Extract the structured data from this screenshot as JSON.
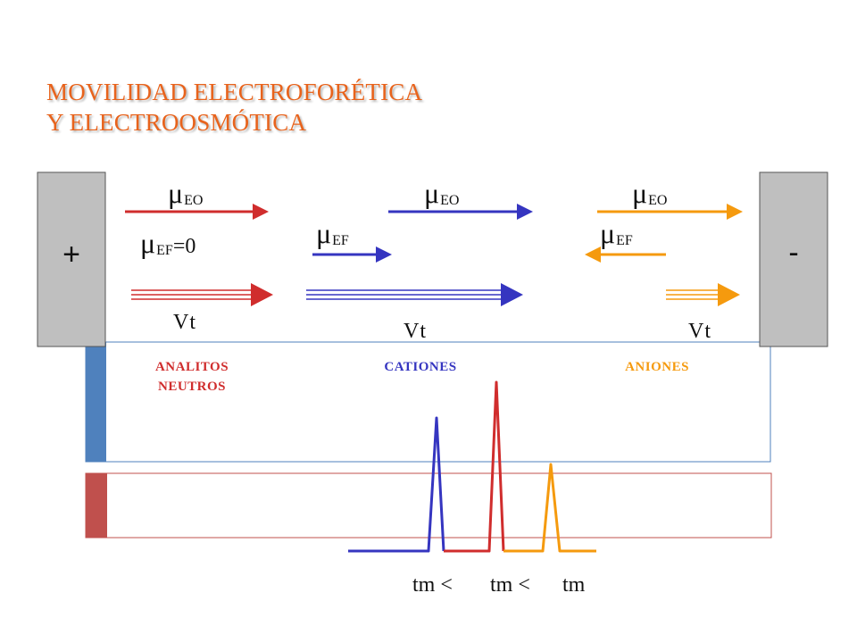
{
  "title": {
    "line1": "MOVILIDAD ELECTROFORÉTICA",
    "line2": "Y ELECTROOSMÓTICA"
  },
  "electrodes": {
    "anode_sign": "+",
    "cathode_sign": "-"
  },
  "mu_symbol": "μ",
  "groups": {
    "neutral": {
      "eo_sub": "EO",
      "ef_sub": "EF",
      "ef_rest": "=0",
      "vt_label": "Vt",
      "category_line1": "ANALITOS",
      "category_line2": "NEUTROS",
      "color": "#d02d2d"
    },
    "cation": {
      "eo_sub": "EO",
      "ef_sub": "EF",
      "vt_label": "Vt",
      "category": "CATIONES",
      "color": "#3535c0"
    },
    "anion": {
      "eo_sub": "EO",
      "ef_sub": "EF",
      "vt_label": "Vt",
      "category": "ANIONES",
      "color": "#f59a0e"
    }
  },
  "comparison": {
    "tm1": "tm <",
    "tm2": "tm <",
    "tm3": "tm"
  },
  "colors": {
    "title": "#e8631c",
    "electrode_fill": "#bfbfbf",
    "upper_box_border": "#4f81bd",
    "lower_box_border": "#c0504d"
  }
}
